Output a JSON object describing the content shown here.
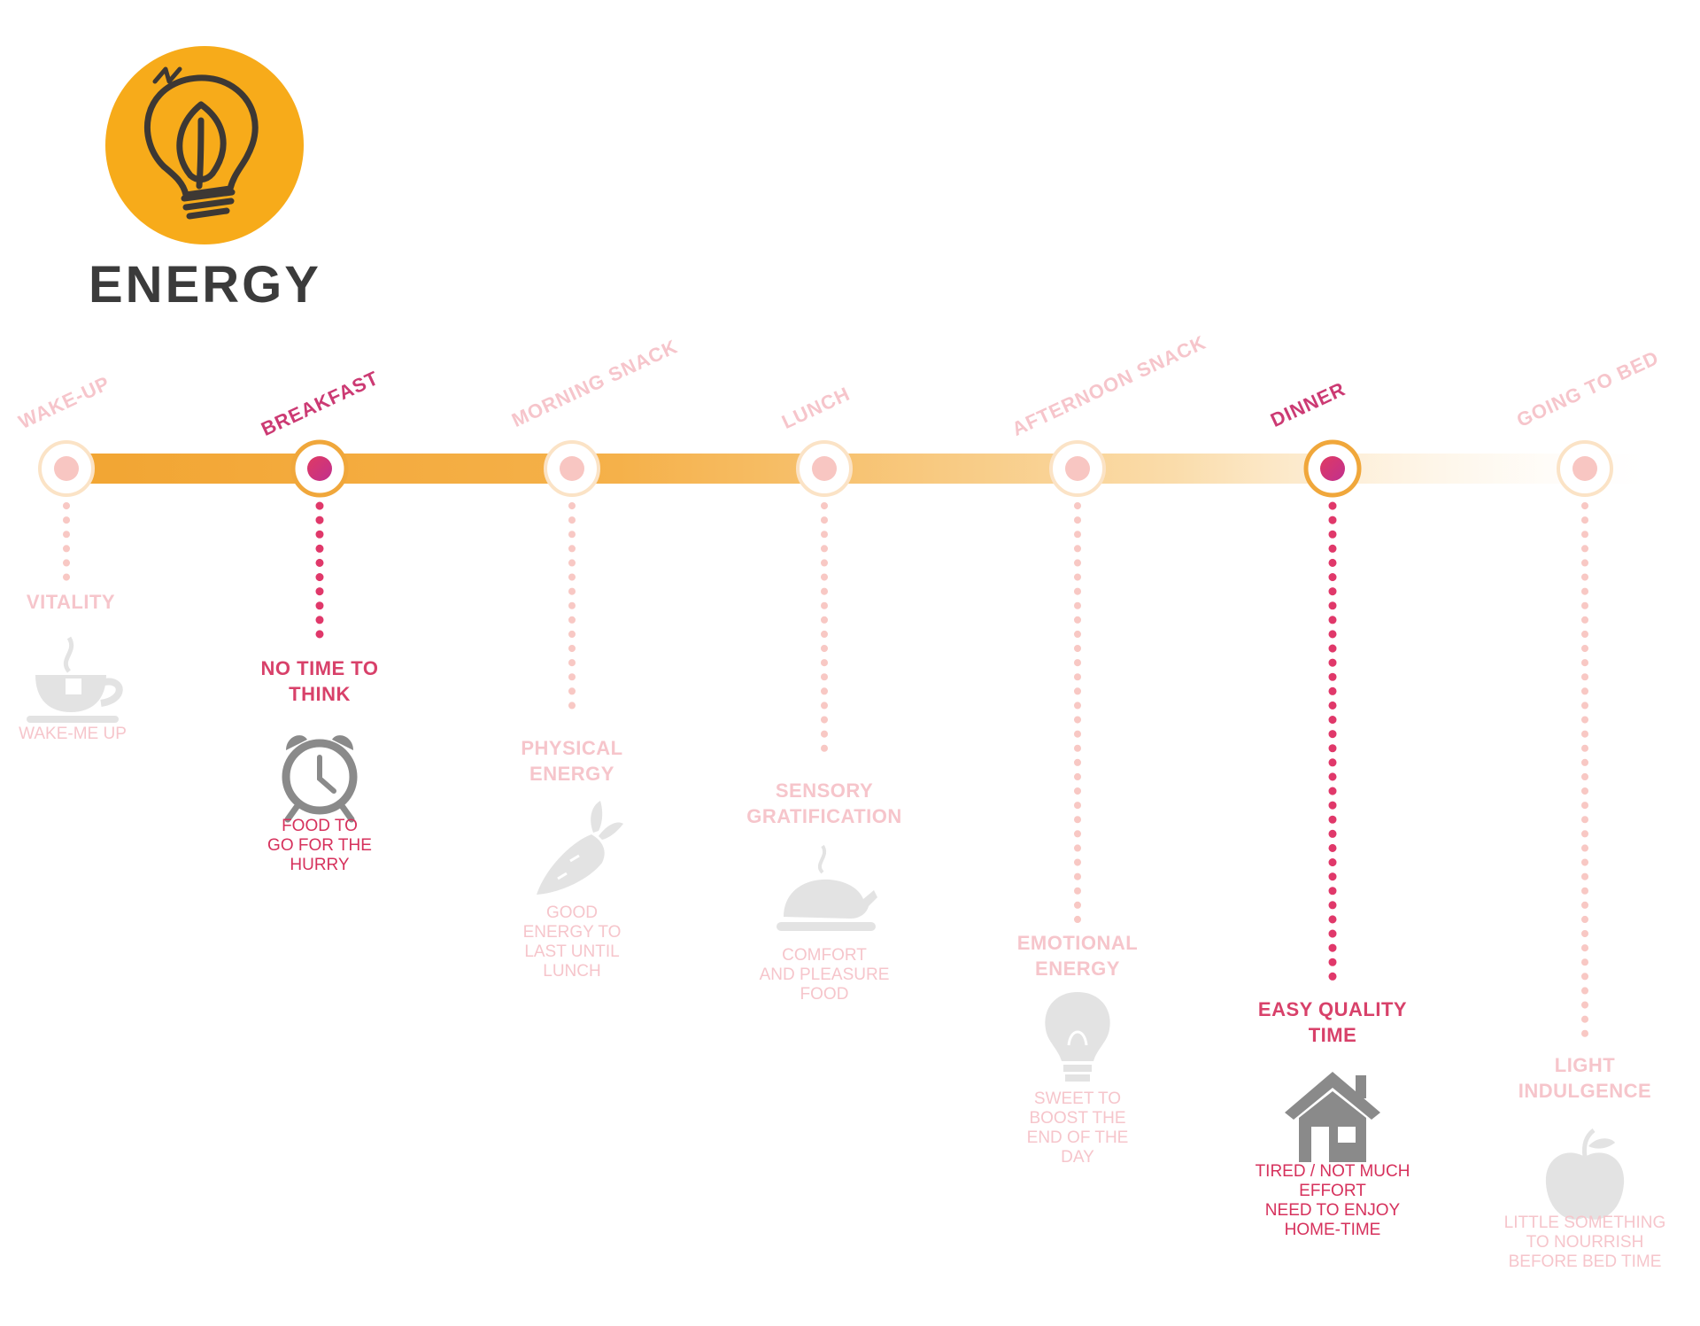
{
  "title": "ENERGY",
  "colors": {
    "badge": "#f7ab1a",
    "timeline_start": "#f2a532",
    "active_accent": "#e0386a",
    "faded_text": "#f6c5cb",
    "icon_gray": "#8a8a8a",
    "title_text": "#3b3b3b"
  },
  "badge_icon": "lightbulb-leaf-icon",
  "stages": [
    {
      "meal": "WAKE-UP",
      "active": false,
      "heading": "VITALITY",
      "icon": "teacup-icon",
      "description": "WAKE-ME UP"
    },
    {
      "meal": "BREAKFAST",
      "active": true,
      "heading": "NO TIME TO\nTHINK",
      "icon": "alarm-clock-icon",
      "description": "FOOD TO\nGO FOR THE\nHURRY"
    },
    {
      "meal": "MORNING SNACK",
      "active": false,
      "heading": "PHYSICAL\nENERGY",
      "icon": "carrot-icon",
      "description": "GOOD\nENERGY TO\nLAST UNTIL\nLUNCH"
    },
    {
      "meal": "LUNCH",
      "active": false,
      "heading": "SENSORY\nGRATIFICATION",
      "icon": "roast-chicken-icon",
      "description": "COMFORT\nAND PLEASURE\nFOOD"
    },
    {
      "meal": "AFTERNOON SNACK",
      "active": false,
      "heading": "EMOTIONAL\nENERGY",
      "icon": "lightbulb-icon",
      "description": "SWEET TO\nBOOST THE\nEND OF THE\nDAY"
    },
    {
      "meal": "DINNER",
      "active": true,
      "heading": "EASY QUALITY\nTIME",
      "icon": "house-icon",
      "description": "TIRED / NOT MUCH\nEFFORT\nNEED TO ENJOY\nHOME-TIME"
    },
    {
      "meal": "GOING TO BED",
      "active": false,
      "heading": "LIGHT\nINDULGENCE",
      "icon": "apple-icon",
      "description": "LITTLE SOMETHING\nTO NOURRISH\nBEFORE BED TIME"
    }
  ]
}
